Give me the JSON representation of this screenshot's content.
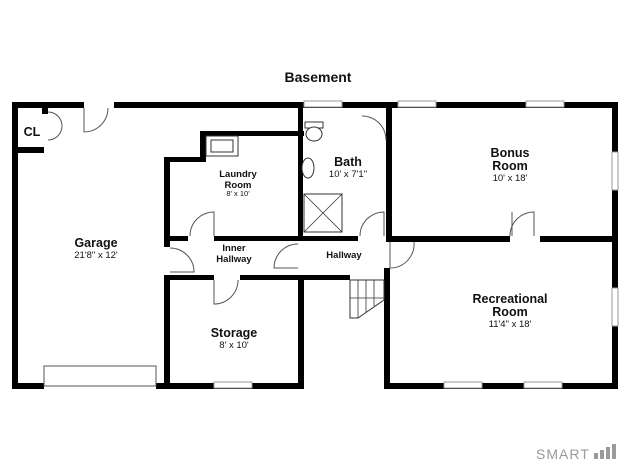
{
  "title": "Basement",
  "rooms": {
    "closet": {
      "name": "CL"
    },
    "garage": {
      "name": "Garage",
      "dims": "21'8\" x 12'"
    },
    "laundry": {
      "line1": "Laundry",
      "line2": "Room",
      "dims": "8' x 10'"
    },
    "inner_hallway": {
      "line1": "Inner",
      "line2": "Hallway"
    },
    "bath": {
      "name": "Bath",
      "dims": "10' x 7'1\""
    },
    "hallway": {
      "name": "Hallway"
    },
    "bonus": {
      "line1": "Bonus",
      "line2": "Room",
      "dims": "10' x 18'"
    },
    "storage": {
      "name": "Storage",
      "dims": "8' x 10'"
    },
    "recreational": {
      "line1": "Recreational",
      "line2": "Room",
      "dims": "11'4\" x 18'"
    }
  },
  "brand": {
    "text": "SMART",
    "mark": "bars-icon"
  },
  "colors": {
    "wall": "#000000",
    "window": "#9a9a9a",
    "text": "#111111",
    "brand": "#9a9a9a"
  }
}
